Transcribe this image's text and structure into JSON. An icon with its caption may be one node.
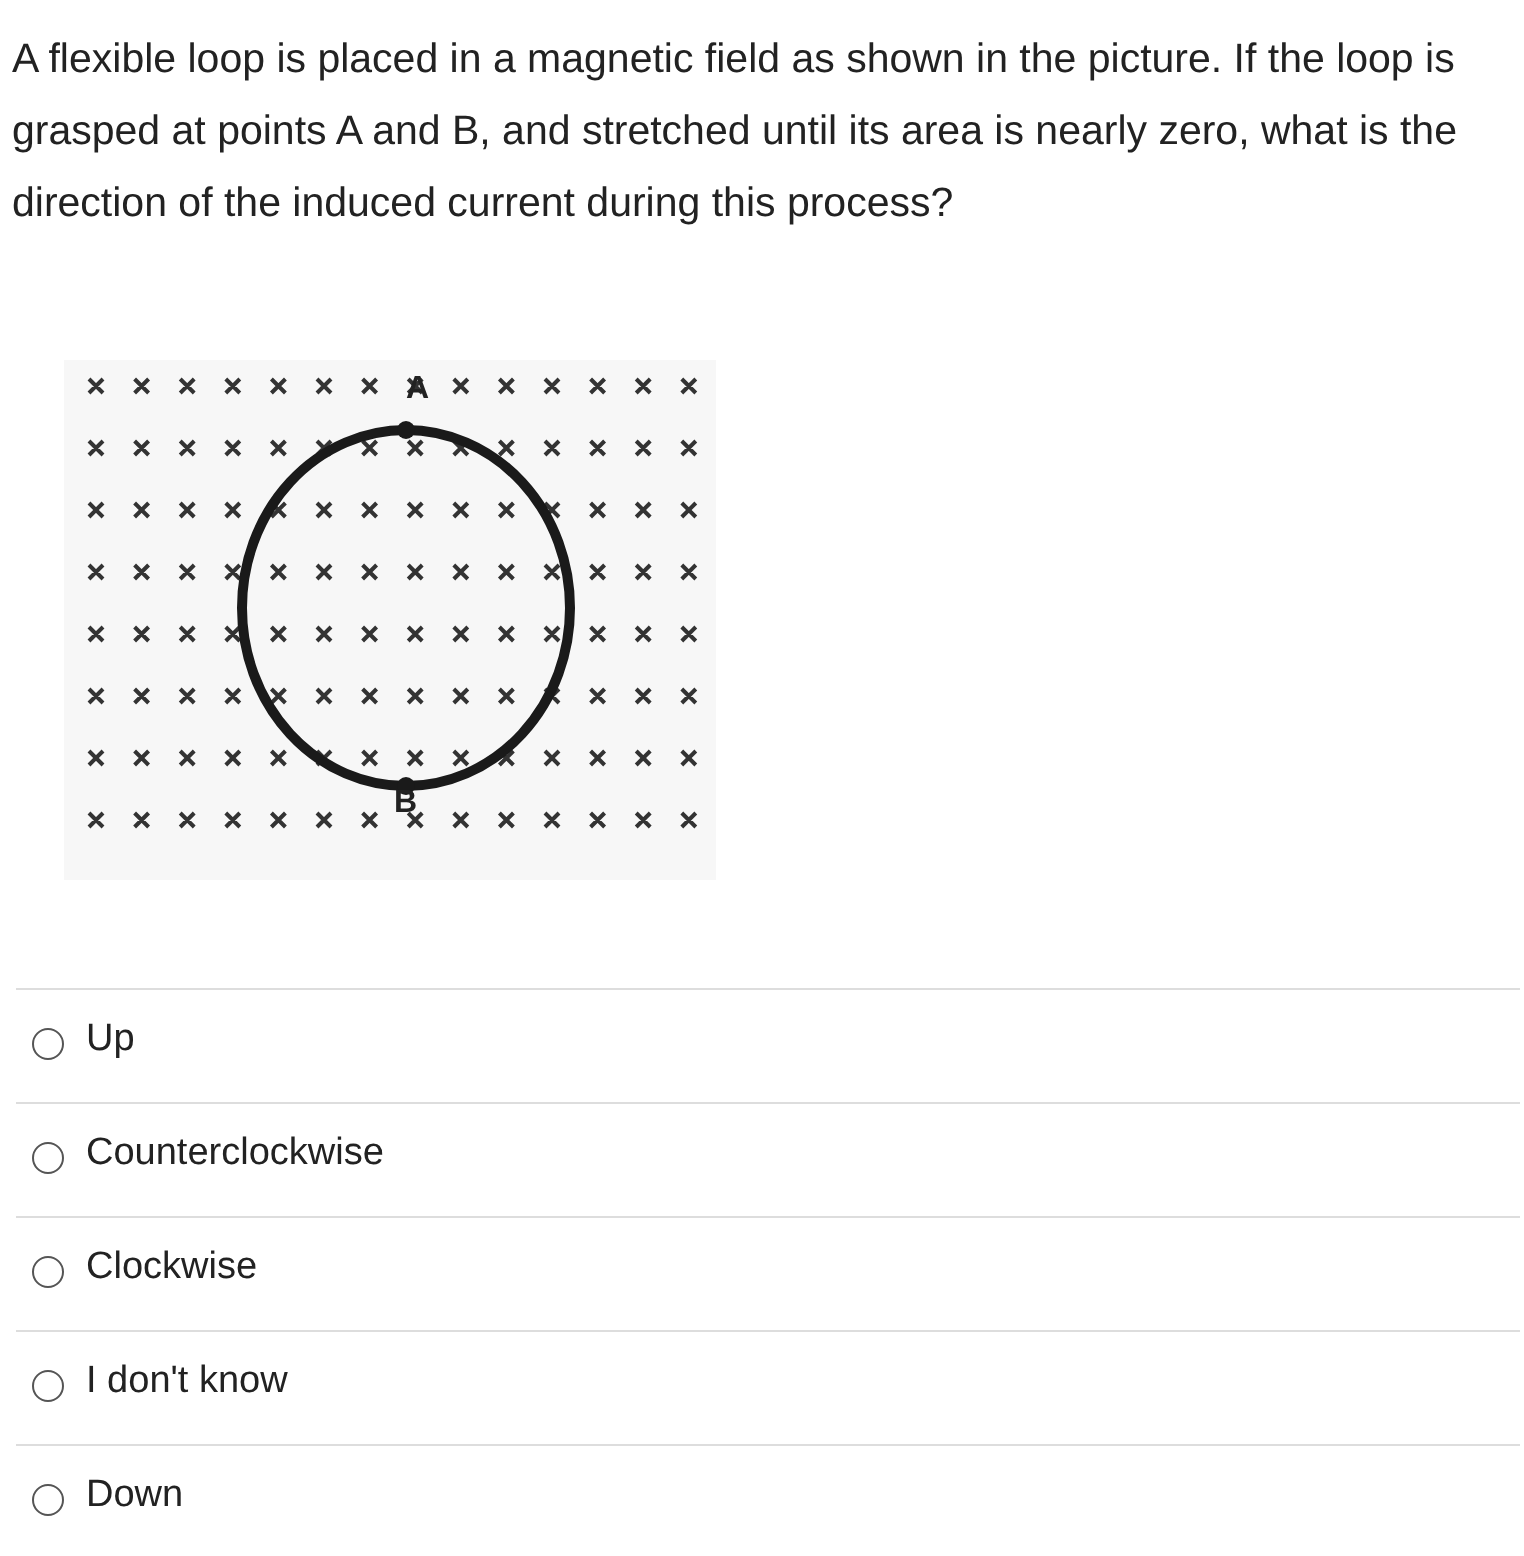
{
  "diagram": {
    "title": "A flexible loop is placed in a magnetic field as shown in the picture. If the loop is grasped at points A and B, and stretched until its area is nearly zero, what is the direction of the induced current during this process?",
    "labels": [
      "A",
      "B",
      "Up",
      "Counterclockwise",
      "Clockwise",
      "I don't know",
      "Down"
    ]
  }
}
